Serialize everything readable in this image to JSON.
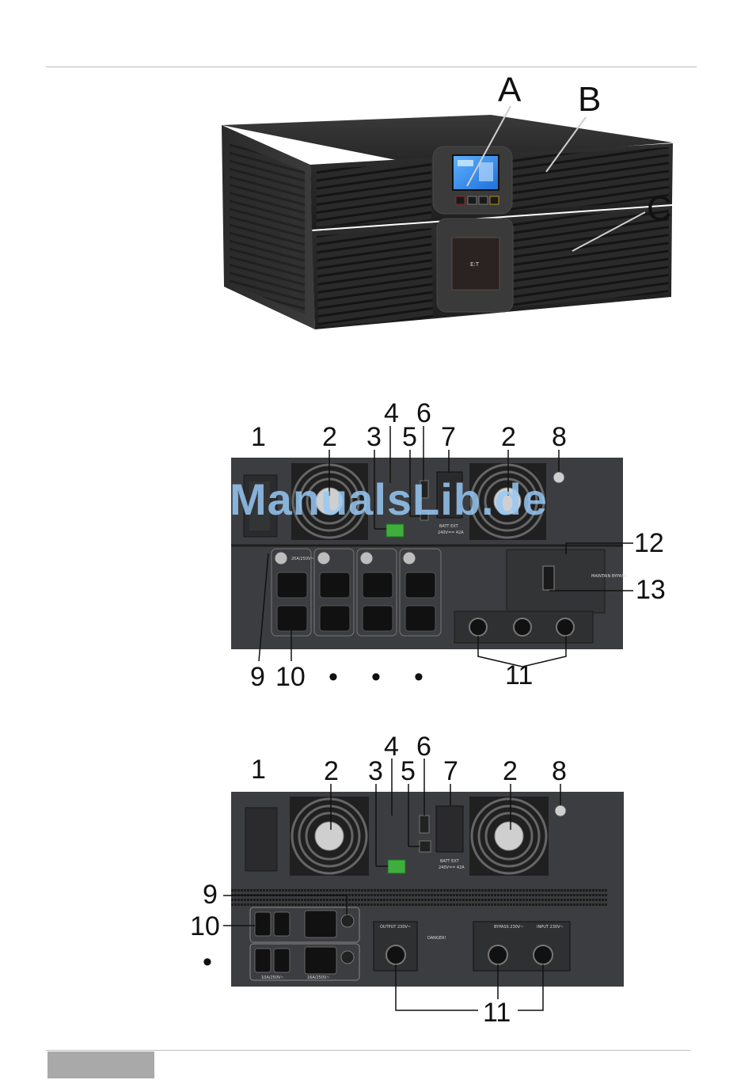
{
  "front_view": {
    "callouts": {
      "a": "A",
      "b": "B",
      "c": "C"
    }
  },
  "rear_view_1": {
    "callouts": {
      "n1": "1",
      "n2a": "2",
      "n3": "3",
      "n4": "4",
      "n5": "5",
      "n6": "6",
      "n7": "7",
      "n2b": "2",
      "n8": "8",
      "n9": "9",
      "n10": "10",
      "n11": "11",
      "n12": "12",
      "n13": "13"
    },
    "bullets": [
      "•",
      "•",
      "•"
    ],
    "outlet_rating": "20A/250V~",
    "battery_label": "BATT EXT",
    "battery_rating": "240V== 42A",
    "bypass_label": "MAINTAIN BYPASS"
  },
  "rear_view_2": {
    "callouts": {
      "n1": "1",
      "n2a": "2",
      "n3": "3",
      "n4": "4",
      "n5": "5",
      "n6": "6",
      "n7": "7",
      "n2b": "2",
      "n8": "8",
      "n9": "9",
      "n10": "10",
      "n11": "11"
    },
    "bullet": "•",
    "outlet_rating_small": "10A/250V~",
    "outlet_rating_large": "16A/250V~",
    "battery_label": "BATT EXT",
    "battery_rating": "240V== 42A",
    "output_label": "OUTPUT 230V~",
    "bypass_label": "BYPASS 230V~",
    "input_label": "INPUT 230V~",
    "danger_label": "DANGER!"
  },
  "watermark": "ManualsLib.de"
}
